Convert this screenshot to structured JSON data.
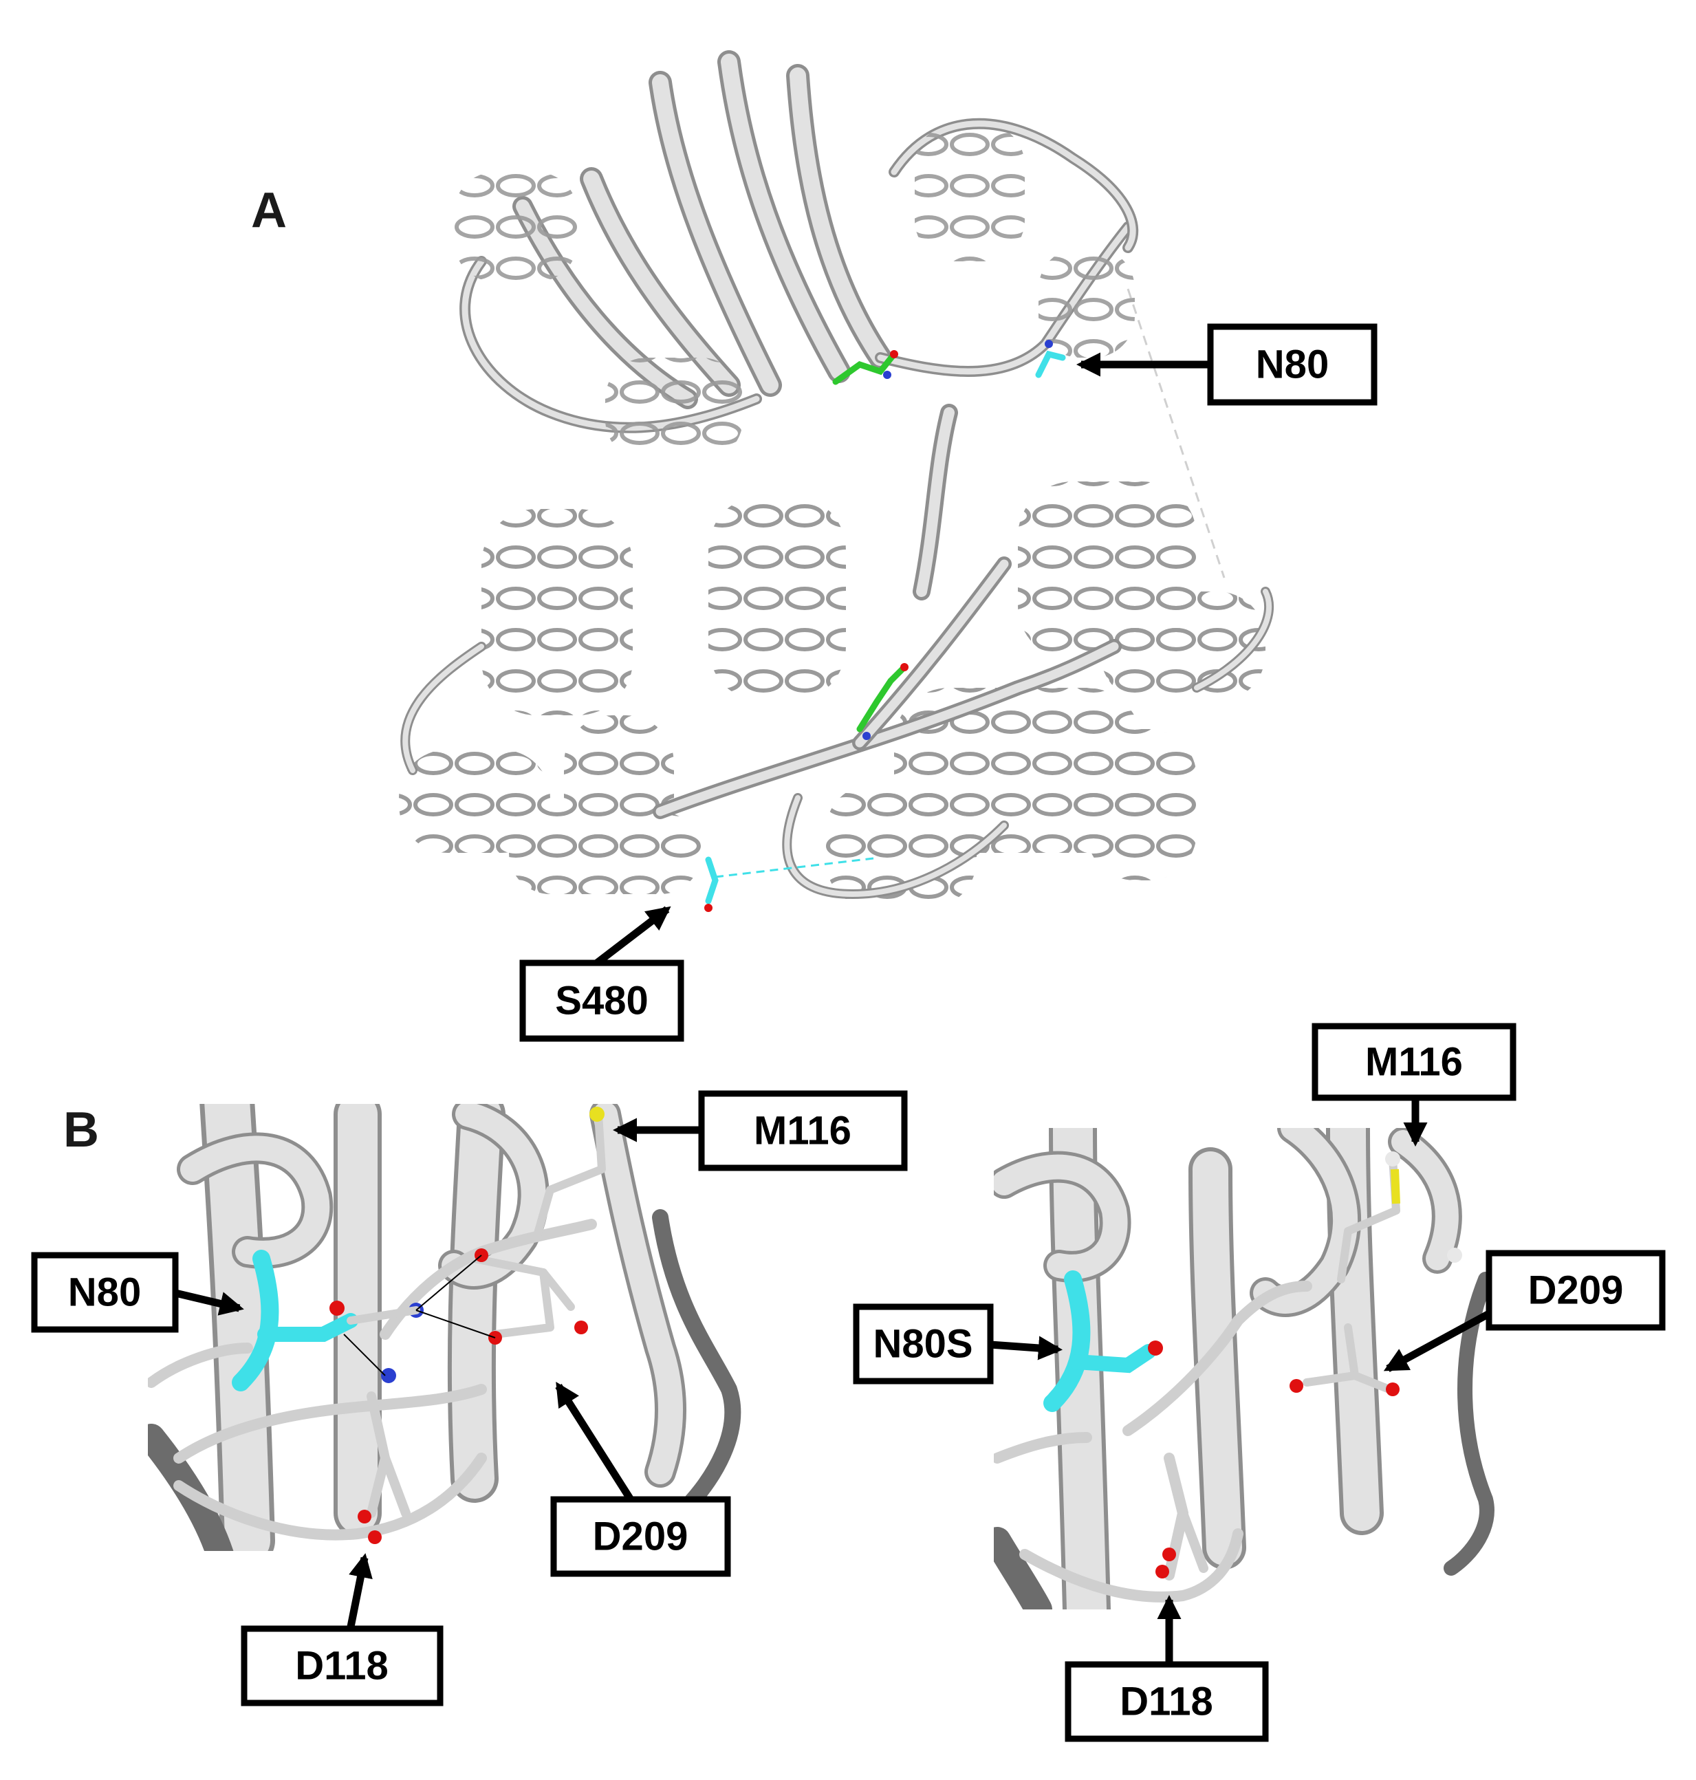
{
  "panels": {
    "a": {
      "letter": "A"
    },
    "b": {
      "letter": "B"
    }
  },
  "labels": {
    "a_n80": "N80",
    "a_s480": "S480",
    "b_left_m116": "M116",
    "b_left_n80": "N80",
    "b_left_d209": "D209",
    "b_left_d118": "D118",
    "b_right_m116": "M116",
    "b_right_n80s": "N80S",
    "b_right_d209": "D209",
    "b_right_d118": "D118"
  },
  "colors": {
    "ribbon": "#e2e2e2",
    "mutated_residue": "#3fe0e8",
    "ligand": "#2ec82e",
    "oxygen": "#e01010",
    "nitrogen": "#2a3fd0",
    "sulfur": "#e8e020"
  }
}
